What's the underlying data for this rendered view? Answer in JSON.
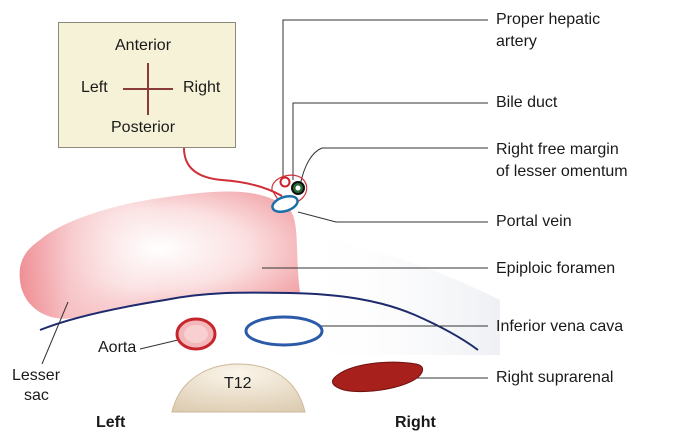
{
  "orientation": {
    "anterior": "Anterior",
    "posterior": "Posterior",
    "left": "Left",
    "right": "Right"
  },
  "labels": {
    "proper_hepatic_artery_1": "Proper hepatic",
    "proper_hepatic_artery_2": "artery",
    "bile_duct": "Bile duct",
    "free_margin_1": "Right free margin",
    "free_margin_2": "of lesser omentum",
    "portal_vein": "Portal vein",
    "epiploic_foramen": "Epiploic foramen",
    "ivc": "Inferior vena cava",
    "right_suprarenal": "Right suprarenal",
    "aorta": "Aorta",
    "lesser_sac_1": "Lesser",
    "lesser_sac_2": "sac",
    "vertebra": "T12"
  },
  "sides": {
    "left": "Left",
    "right": "Right"
  },
  "colors": {
    "vessel_red": "#c8242c",
    "vein_blue": "#2a5aa8",
    "sac_pink": "#f2a5a8",
    "omentum_line": "#d0303a",
    "peritoneum_line": "#1d2a6e",
    "suprarenal": "#a8201c",
    "bone": "#efe5d2",
    "box_fill": "#f6f2d8"
  }
}
